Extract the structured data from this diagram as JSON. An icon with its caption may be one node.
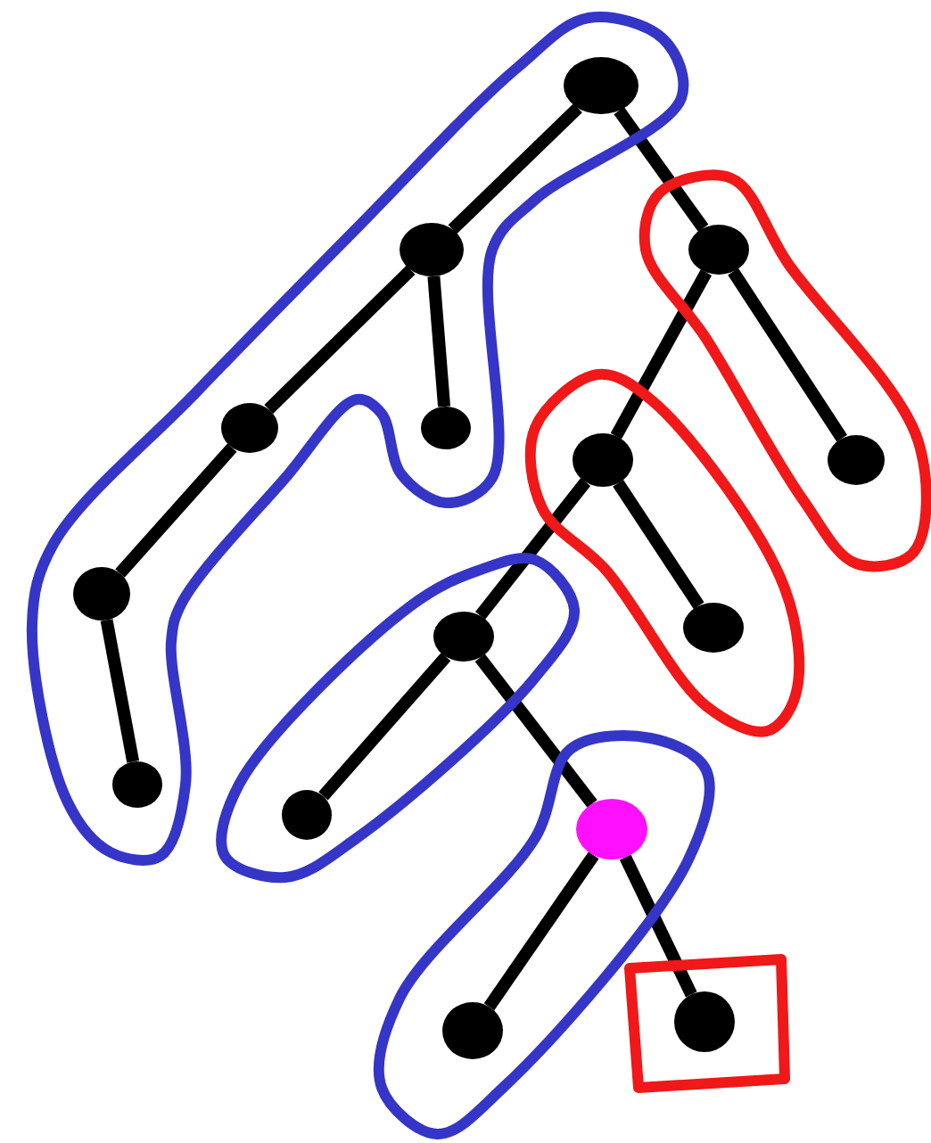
{
  "diagram": {
    "nodes": [
      {
        "text": [],
        "shape": "loop"
      },
      {
        "text": [],
        "shape": "circle",
        "in": 0
      },
      {
        "text": [],
        "shape": "circle",
        "in": 0
      },
      {
        "text": [],
        "shape": "circle",
        "in": 0
      },
      {
        "text": [],
        "shape": "circle",
        "in": 0
      },
      {
        "text": [],
        "shape": "circle",
        "in": 0
      },
      {
        "text": [],
        "shape": "circle",
        "in": 0
      },
      {
        "text": [],
        "shape": "loop"
      },
      {
        "text": [],
        "shape": "circle",
        "in": 7
      },
      {
        "text": [],
        "shape": "circle",
        "in": 7
      },
      {
        "text": [],
        "shape": "loop"
      },
      {
        "text": [],
        "shape": "circle",
        "in": 10
      },
      {
        "text": [],
        "shape": "circle",
        "in": 10
      },
      {
        "text": [],
        "shape": "loop"
      },
      {
        "text": [],
        "shape": "circle",
        "in": 13
      },
      {
        "text": [],
        "shape": "circle",
        "in": 13
      },
      {
        "text": [],
        "shape": "loop"
      },
      {
        "text": [],
        "shape": "circle",
        "in": 16
      },
      {
        "text": [],
        "shape": "circle",
        "in": 16
      },
      {
        "text": [],
        "shape": "box"
      },
      {
        "text": [],
        "shape": "circle",
        "in": 19
      }
    ],
    "edges": [
      {
        "from": 1,
        "to": 2,
        "arrow": "none"
      },
      {
        "from": 2,
        "to": 3,
        "arrow": "none"
      },
      {
        "from": 3,
        "to": 4,
        "arrow": "none"
      },
      {
        "from": 4,
        "to": 5,
        "arrow": "none"
      },
      {
        "from": 2,
        "to": 6,
        "arrow": "none"
      },
      {
        "from": 1,
        "to": 8,
        "arrow": "none"
      },
      {
        "from": 8,
        "to": 9,
        "arrow": "none"
      },
      {
        "from": 8,
        "to": 11,
        "arrow": "none"
      },
      {
        "from": 11,
        "to": 12,
        "arrow": "none"
      },
      {
        "from": 11,
        "to": 14,
        "arrow": "none"
      },
      {
        "from": 14,
        "to": 15,
        "arrow": "none"
      },
      {
        "from": 14,
        "to": 17,
        "arrow": "none"
      },
      {
        "from": 17,
        "to": 18,
        "arrow": "none"
      },
      {
        "from": 17,
        "to": 20,
        "arrow": "none"
      }
    ]
  }
}
